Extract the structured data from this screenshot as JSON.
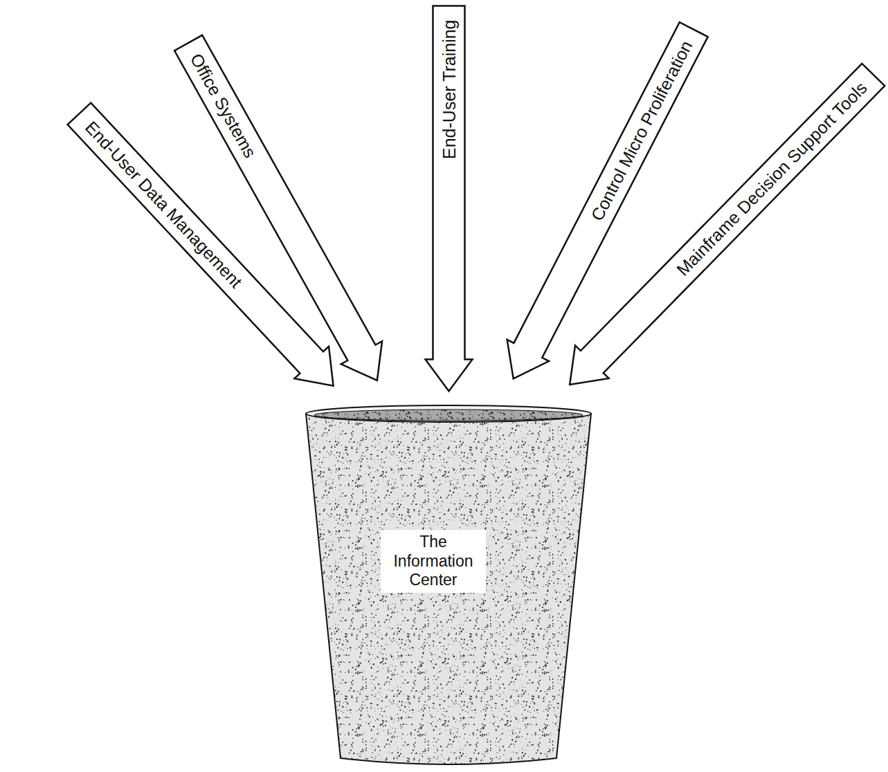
{
  "diagram": {
    "nodes": [
      {
        "text": [
          "End-User Data Management"
        ]
      },
      {
        "text": [
          "Office Systems"
        ]
      },
      {
        "text": [
          "End-User Training"
        ]
      },
      {
        "text": [
          "Control Micro Proliferation"
        ]
      },
      {
        "text": [
          "Mainframe Decision Support Tools"
        ]
      },
      {
        "text": [
          "The Information Center"
        ]
      }
    ]
  }
}
